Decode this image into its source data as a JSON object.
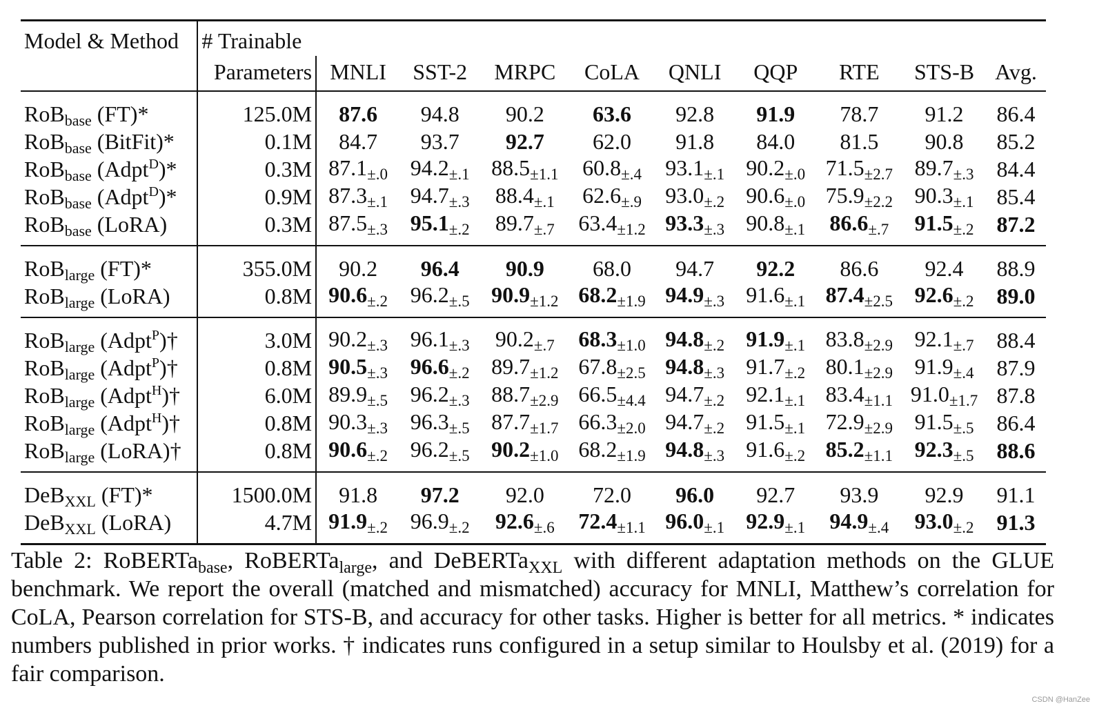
{
  "columns": {
    "model": "Model & Method",
    "params_line1": "# Trainable",
    "params_line2": "Parameters",
    "tasks": [
      "MNLI",
      "SST-2",
      "MRPC",
      "CoLA",
      "QNLI",
      "QQP",
      "RTE",
      "STS-B",
      "Avg."
    ]
  },
  "groups": [
    [
      {
        "model": {
          "base": "RoB",
          "sub": "base",
          "method": "(FT)*"
        },
        "params": "125.0M",
        "cells": [
          {
            "v": "87.6",
            "b": true
          },
          {
            "v": "94.8"
          },
          {
            "v": "90.2"
          },
          {
            "v": "63.6",
            "b": true
          },
          {
            "v": "92.8"
          },
          {
            "v": "91.9",
            "b": true
          },
          {
            "v": "78.7"
          },
          {
            "v": "91.2"
          },
          {
            "v": "86.4"
          }
        ]
      },
      {
        "model": {
          "base": "RoB",
          "sub": "base",
          "method": "(BitFit)*"
        },
        "params": "0.1M",
        "cells": [
          {
            "v": "84.7"
          },
          {
            "v": "93.7"
          },
          {
            "v": "92.7",
            "b": true
          },
          {
            "v": "62.0"
          },
          {
            "v": "91.8"
          },
          {
            "v": "84.0"
          },
          {
            "v": "81.5"
          },
          {
            "v": "90.8"
          },
          {
            "v": "85.2"
          }
        ]
      },
      {
        "model": {
          "base": "RoB",
          "sub": "base",
          "method": "(Adpt",
          "sup": "D",
          "method_end": ")*"
        },
        "params": "0.3M",
        "cells": [
          {
            "v": "87.1",
            "pm": "±.0"
          },
          {
            "v": "94.2",
            "pm": "±.1"
          },
          {
            "v": "88.5",
            "pm": "±1.1"
          },
          {
            "v": "60.8",
            "pm": "±.4"
          },
          {
            "v": "93.1",
            "pm": "±.1"
          },
          {
            "v": "90.2",
            "pm": "±.0"
          },
          {
            "v": "71.5",
            "pm": "±2.7"
          },
          {
            "v": "89.7",
            "pm": "±.3"
          },
          {
            "v": "84.4"
          }
        ]
      },
      {
        "model": {
          "base": "RoB",
          "sub": "base",
          "method": "(Adpt",
          "sup": "D",
          "method_end": ")*"
        },
        "params": "0.9M",
        "cells": [
          {
            "v": "87.3",
            "pm": "±.1"
          },
          {
            "v": "94.7",
            "pm": "±.3"
          },
          {
            "v": "88.4",
            "pm": "±.1"
          },
          {
            "v": "62.6",
            "pm": "±.9"
          },
          {
            "v": "93.0",
            "pm": "±.2"
          },
          {
            "v": "90.6",
            "pm": "±.0"
          },
          {
            "v": "75.9",
            "pm": "±2.2"
          },
          {
            "v": "90.3",
            "pm": "±.1"
          },
          {
            "v": "85.4"
          }
        ]
      },
      {
        "model": {
          "base": "RoB",
          "sub": "base",
          "method": "(LoRA)"
        },
        "params": "0.3M",
        "cells": [
          {
            "v": "87.5",
            "pm": "±.3"
          },
          {
            "v": "95.1",
            "pm": "±.2",
            "b": true
          },
          {
            "v": "89.7",
            "pm": "±.7"
          },
          {
            "v": "63.4",
            "pm": "±1.2"
          },
          {
            "v": "93.3",
            "pm": "±.3",
            "b": true
          },
          {
            "v": "90.8",
            "pm": "±.1"
          },
          {
            "v": "86.6",
            "pm": "±.7",
            "b": true
          },
          {
            "v": "91.5",
            "pm": "±.2",
            "b": true
          },
          {
            "v": "87.2",
            "b": true
          }
        ]
      }
    ],
    [
      {
        "model": {
          "base": "RoB",
          "sub": "large",
          "method": "(FT)*"
        },
        "params": "355.0M",
        "cells": [
          {
            "v": "90.2"
          },
          {
            "v": "96.4",
            "b": true
          },
          {
            "v": "90.9",
            "b": true
          },
          {
            "v": "68.0"
          },
          {
            "v": "94.7"
          },
          {
            "v": "92.2",
            "b": true
          },
          {
            "v": "86.6"
          },
          {
            "v": "92.4"
          },
          {
            "v": "88.9"
          }
        ]
      },
      {
        "model": {
          "base": "RoB",
          "sub": "large",
          "method": "(LoRA)"
        },
        "params": "0.8M",
        "cells": [
          {
            "v": "90.6",
            "pm": "±.2",
            "b": true
          },
          {
            "v": "96.2",
            "pm": "±.5"
          },
          {
            "v": "90.9",
            "pm": "±1.2",
            "b": true
          },
          {
            "v": "68.2",
            "pm": "±1.9",
            "b": true
          },
          {
            "v": "94.9",
            "pm": "±.3",
            "b": true
          },
          {
            "v": "91.6",
            "pm": "±.1"
          },
          {
            "v": "87.4",
            "pm": "±2.5",
            "b": true
          },
          {
            "v": "92.6",
            "pm": "±.2",
            "b": true
          },
          {
            "v": "89.0",
            "b": true
          }
        ]
      }
    ],
    [
      {
        "model": {
          "base": "RoB",
          "sub": "large",
          "method": "(Adpt",
          "sup": "P",
          "method_end": ")†"
        },
        "params": "3.0M",
        "cells": [
          {
            "v": "90.2",
            "pm": "±.3"
          },
          {
            "v": "96.1",
            "pm": "±.3"
          },
          {
            "v": "90.2",
            "pm": "±.7"
          },
          {
            "v": "68.3",
            "pm": "±1.0",
            "b": true
          },
          {
            "v": "94.8",
            "pm": "±.2",
            "b": true
          },
          {
            "v": "91.9",
            "pm": "±.1",
            "b": true
          },
          {
            "v": "83.8",
            "pm": "±2.9"
          },
          {
            "v": "92.1",
            "pm": "±.7"
          },
          {
            "v": "88.4"
          }
        ]
      },
      {
        "model": {
          "base": "RoB",
          "sub": "large",
          "method": "(Adpt",
          "sup": "P",
          "method_end": ")†"
        },
        "params": "0.8M",
        "cells": [
          {
            "v": "90.5",
            "pm": "±.3",
            "b": true
          },
          {
            "v": "96.6",
            "pm": "±.2",
            "b": true
          },
          {
            "v": "89.7",
            "pm": "±1.2"
          },
          {
            "v": "67.8",
            "pm": "±2.5"
          },
          {
            "v": "94.8",
            "pm": "±.3",
            "b": true
          },
          {
            "v": "91.7",
            "pm": "±.2"
          },
          {
            "v": "80.1",
            "pm": "±2.9"
          },
          {
            "v": "91.9",
            "pm": "±.4"
          },
          {
            "v": "87.9"
          }
        ]
      },
      {
        "model": {
          "base": "RoB",
          "sub": "large",
          "method": "(Adpt",
          "sup": "H",
          "method_end": ")†"
        },
        "params": "6.0M",
        "cells": [
          {
            "v": "89.9",
            "pm": "±.5"
          },
          {
            "v": "96.2",
            "pm": "±.3"
          },
          {
            "v": "88.7",
            "pm": "±2.9"
          },
          {
            "v": "66.5",
            "pm": "±4.4"
          },
          {
            "v": "94.7",
            "pm": "±.2"
          },
          {
            "v": "92.1",
            "pm": "±.1"
          },
          {
            "v": "83.4",
            "pm": "±1.1"
          },
          {
            "v": "91.0",
            "pm": "±1.7"
          },
          {
            "v": "87.8"
          }
        ]
      },
      {
        "model": {
          "base": "RoB",
          "sub": "large",
          "method": "(Adpt",
          "sup": "H",
          "method_end": ")†"
        },
        "params": "0.8M",
        "cells": [
          {
            "v": "90.3",
            "pm": "±.3"
          },
          {
            "v": "96.3",
            "pm": "±.5"
          },
          {
            "v": "87.7",
            "pm": "±1.7"
          },
          {
            "v": "66.3",
            "pm": "±2.0"
          },
          {
            "v": "94.7",
            "pm": "±.2"
          },
          {
            "v": "91.5",
            "pm": "±.1"
          },
          {
            "v": "72.9",
            "pm": "±2.9"
          },
          {
            "v": "91.5",
            "pm": "±.5"
          },
          {
            "v": "86.4"
          }
        ]
      },
      {
        "model": {
          "base": "RoB",
          "sub": "large",
          "method": "(LoRA)†"
        },
        "params": "0.8M",
        "cells": [
          {
            "v": "90.6",
            "pm": "±.2",
            "b": true
          },
          {
            "v": "96.2",
            "pm": "±.5"
          },
          {
            "v": "90.2",
            "pm": "±1.0",
            "b": true
          },
          {
            "v": "68.2",
            "pm": "±1.9"
          },
          {
            "v": "94.8",
            "pm": "±.3",
            "b": true
          },
          {
            "v": "91.6",
            "pm": "±.2"
          },
          {
            "v": "85.2",
            "pm": "±1.1",
            "b": true
          },
          {
            "v": "92.3",
            "pm": "±.5",
            "b": true
          },
          {
            "v": "88.6",
            "b": true
          }
        ]
      }
    ],
    [
      {
        "model": {
          "base": "DeB",
          "sub": "XXL",
          "method": "(FT)*"
        },
        "params": "1500.0M",
        "cells": [
          {
            "v": "91.8"
          },
          {
            "v": "97.2",
            "b": true
          },
          {
            "v": "92.0"
          },
          {
            "v": "72.0"
          },
          {
            "v": "96.0",
            "b": true
          },
          {
            "v": "92.7"
          },
          {
            "v": "93.9"
          },
          {
            "v": "92.9"
          },
          {
            "v": "91.1"
          }
        ]
      },
      {
        "model": {
          "base": "DeB",
          "sub": "XXL",
          "method": "(LoRA)"
        },
        "params": "4.7M",
        "cells": [
          {
            "v": "91.9",
            "pm": "±.2",
            "b": true
          },
          {
            "v": "96.9",
            "pm": "±.2"
          },
          {
            "v": "92.6",
            "pm": "±.6",
            "b": true
          },
          {
            "v": "72.4",
            "pm": "±1.1",
            "b": true
          },
          {
            "v": "96.0",
            "pm": "±.1",
            "b": true
          },
          {
            "v": "92.9",
            "pm": "±.1",
            "b": true
          },
          {
            "v": "94.9",
            "pm": "±.4",
            "b": true
          },
          {
            "v": "93.0",
            "pm": "±.2",
            "b": true
          },
          {
            "v": "91.3",
            "b": true
          }
        ]
      }
    ]
  ],
  "caption": {
    "p1": "Table 2: RoBERTa",
    "s1": "base",
    "p2": ", RoBERTa",
    "s2": "large",
    "p3": ", and DeBERTa",
    "s3": "XXL",
    "p4": " with different adaptation methods on the GLUE benchmark. We report the overall (matched and mismatched) accuracy for MNLI, Matthew’s correlation for CoLA, Pearson correlation for STS-B, and accuracy for other tasks. Higher is better for all metrics. * indicates numbers published in prior works. † indicates runs configured in a setup similar to Houlsby et al. (2019) for a fair comparison."
  },
  "watermark": "CSDN @HanZee"
}
